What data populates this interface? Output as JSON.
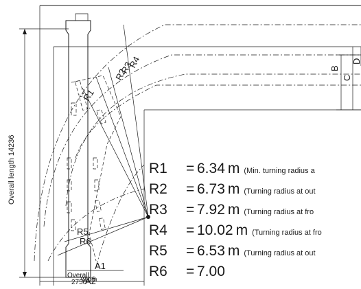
{
  "labels": {
    "overall_length": "Overall length 14236",
    "overall_width": "Overall",
    "overall_width_2": "width",
    "overall_width_value": "2750",
    "a1": "A1",
    "a2": "A2",
    "b": "B",
    "c": "C",
    "d": "D",
    "r1": "R1",
    "r2": "R2",
    "r3": "R3",
    "r4": "R4",
    "r5": "R5",
    "r6": "R6"
  },
  "specs": [
    {
      "label": "R1",
      "eq": "=",
      "value": "6.34",
      "unit": "m",
      "note": "(Min. turning radius a"
    },
    {
      "label": "R2",
      "eq": "=",
      "value": "6.73",
      "unit": "m",
      "note": "(Turning radius at out"
    },
    {
      "label": "R3",
      "eq": "=",
      "value": "7.92",
      "unit": "m",
      "note": "(Turning radius at fro"
    },
    {
      "label": "R4",
      "eq": "=",
      "value": "10.02",
      "unit": "m",
      "note": "(Turning radius at fro"
    },
    {
      "label": "R5",
      "eq": "=",
      "value": "6.53",
      "unit": "m",
      "note": "(Turning radius at out"
    },
    {
      "label": "R6",
      "eq": "=",
      "value": "7.00",
      "unit": "",
      "note": ""
    }
  ]
}
